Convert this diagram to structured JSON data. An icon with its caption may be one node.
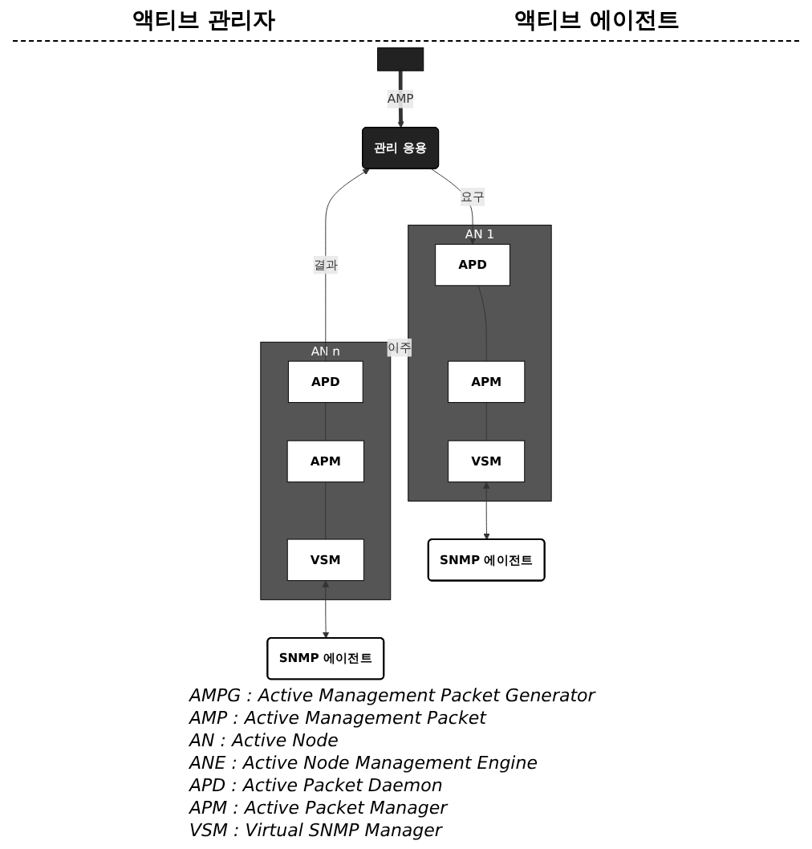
{
  "diagram": {
    "nodes": [
      {
        "text": [],
        "shape": "box"
      },
      {
        "text": [
          "관리 응용"
        ]
      },
      {
        "text": [
          "AN 1"
        ]
      },
      {
        "text": [
          "APD"
        ],
        "in": 2
      },
      {
        "text": [
          "APM"
        ],
        "in": 2
      },
      {
        "text": [
          "VSM"
        ],
        "in": 2
      },
      {
        "text": [
          "SNMP 에이전트"
        ]
      },
      {
        "text": [
          "AN n"
        ]
      },
      {
        "text": [
          "APD"
        ],
        "in": 7
      },
      {
        "text": [
          "APM"
        ],
        "in": 7
      },
      {
        "text": [
          "VSM"
        ],
        "in": 7
      },
      {
        "text": [
          "SNMP 에이전트"
        ]
      }
    ],
    "edges": [
      {
        "from": 0,
        "to": 1,
        "arrow": "to",
        "label": "AMP",
        "style": "thick"
      },
      {
        "from": 1,
        "to": 3,
        "arrow": "to",
        "label": "요구"
      },
      {
        "from": 8,
        "to": 1,
        "arrow": "to",
        "label": "결과"
      },
      {
        "from": 3,
        "to": 4,
        "arrow": "none"
      },
      {
        "from": 4,
        "to": 5,
        "arrow": "none"
      },
      {
        "from": 5,
        "to": 6,
        "arrow": "both"
      },
      {
        "from": 2,
        "to": 7,
        "arrow": "to",
        "label": "이주"
      },
      {
        "from": 8,
        "to": 9,
        "arrow": "none"
      },
      {
        "from": 9,
        "to": 10,
        "arrow": "none"
      },
      {
        "from": 10,
        "to": 11,
        "arrow": "both"
      }
    ],
    "labels": [
      "액티브 관리자",
      "액티브 에이전트",
      "AMPG : Active Management Packet Generator",
      "AMP : Active Management Packet",
      "AN : Active Node",
      "ANE : Active Node Management Engine",
      "APD : Active Packet Daemon",
      "APM : Active Packet Manager",
      "VSM : Virtual SNMP Manager"
    ]
  }
}
